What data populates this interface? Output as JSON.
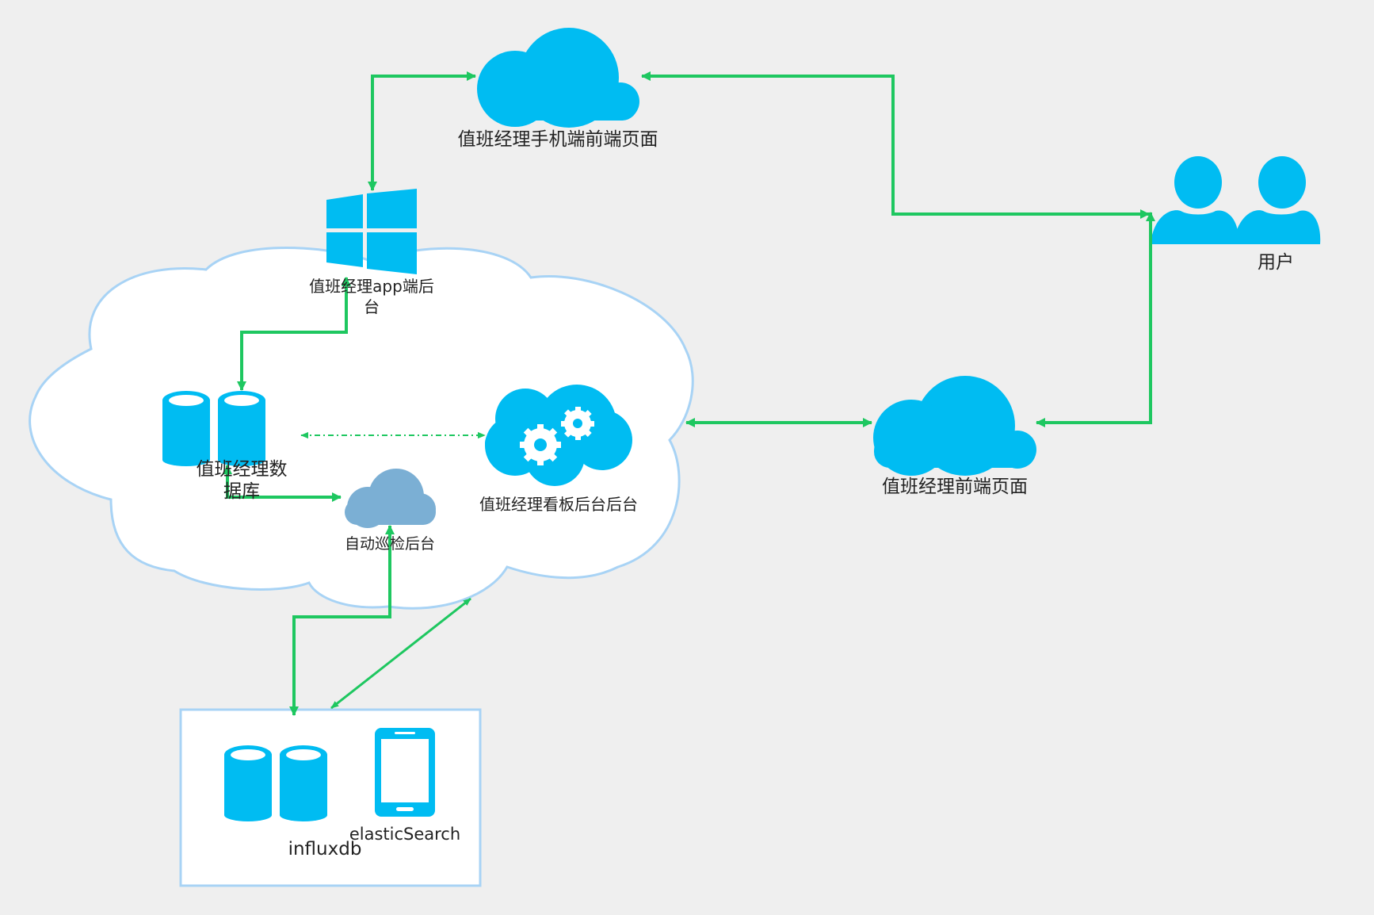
{
  "labels": {
    "mobile_frontend": "值班经理手机端前端页面",
    "app_backend_line1": "值班经理app端后",
    "app_backend_line2": "台",
    "users": "用户",
    "database_line1": "值班经理数",
    "database_line2": "据库",
    "dashboard_backend": "值班经理看板后台后台",
    "auto_inspection": "自动巡检后台",
    "web_frontend": "值班经理前端页面",
    "influxdb": "influxdb",
    "elasticsearch": "elasticSearch"
  },
  "colors": {
    "background": "#efefef",
    "icon_blue": "#00bcf2",
    "inspection_cloud": "#7bafd4",
    "cloud_outline": "#a8d3f5",
    "arrow_green": "#1ec760",
    "box_border": "#a8d3f5"
  },
  "icons": {
    "mobile_frontend": "cloud-icon",
    "app_backend": "windows-logo-icon",
    "users": "users-icon",
    "database": "database-icon",
    "dashboard_backend": "cloud-gears-icon",
    "auto_inspection": "cloud-icon",
    "web_frontend": "cloud-icon",
    "influxdb": "database-icon",
    "elasticsearch": "mobile-phone-icon"
  }
}
